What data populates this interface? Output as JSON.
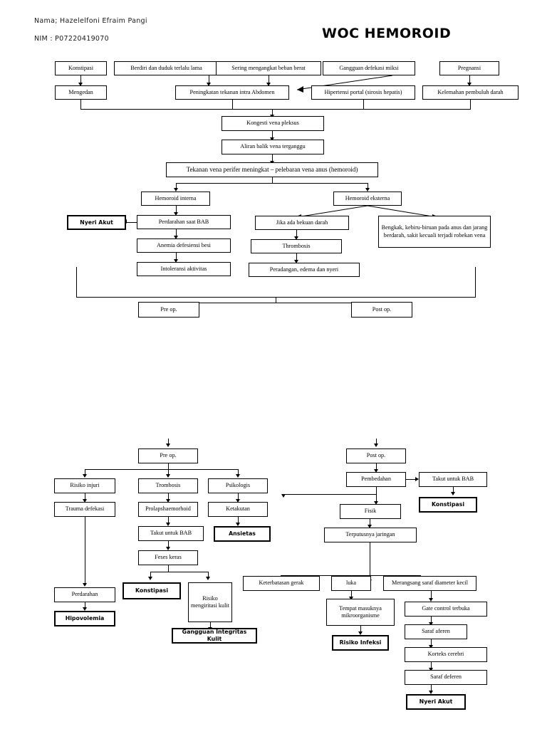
{
  "header": {
    "name_line": "Nama; Hazelelfoni Efraim Pangi",
    "nim_line": "NIM : P07220419070",
    "title": "WOC HEMOROID"
  },
  "diagram": {
    "type": "flowchart",
    "top_section": {
      "row1": [
        {
          "id": "konstipasi-top",
          "label": "Konstipasi"
        },
        {
          "id": "berdiri-duduk",
          "label": "Berdiri dan duduk terlalu lama"
        },
        {
          "id": "mengangkat-beban",
          "label": "Sering mengangkat beban berat"
        },
        {
          "id": "gangguan-defekasi",
          "label": "Gangguan defekasi miksi"
        },
        {
          "id": "pregnansi",
          "label": "Pregnansi"
        }
      ],
      "row2": [
        {
          "id": "mengedan",
          "label": "Mengedan"
        },
        {
          "id": "peningkatan-tekanan",
          "label": "Peningkatan tekanan intra Abdomen"
        },
        {
          "id": "hipertensi-portal",
          "label": "Hipertensi portal (sirosis hepatis)"
        },
        {
          "id": "kelemahan-pembuluh",
          "label": "Kelemahan pembuluh darah"
        }
      ],
      "chain": [
        {
          "id": "kongesti",
          "label": "Kongesti vena pleksus"
        },
        {
          "id": "aliran-balik",
          "label": "Aliran balik vena terganggu"
        },
        {
          "id": "tekanan-perifer",
          "label": "Tekanan vena perifer meningkat – pelebaran vena anus (hemoroid)"
        }
      ],
      "interna_branch": {
        "head": {
          "id": "hemoroid-interna",
          "label": "Hemoroid interna"
        },
        "nodes": [
          {
            "id": "perdarahan-bab",
            "label": "Perdarahan saat BAB"
          },
          {
            "id": "anemia",
            "label": "Anemia defesiensi besi"
          },
          {
            "id": "intoleransi",
            "label": "Intoleransi aktivitas"
          }
        ],
        "diagnosis": {
          "id": "nyeri-akut-1",
          "label": "Nyeri Akut"
        }
      },
      "eksterna_branch": {
        "head": {
          "id": "hemoroid-eksterna",
          "label": "Hemoroid eksterna"
        },
        "left_nodes": [
          {
            "id": "bekuan-darah",
            "label": "Jika ada bekuan darah"
          },
          {
            "id": "thrombosis",
            "label": "Thrombosis"
          },
          {
            "id": "peradangan",
            "label": "Peradangan, edema dan nyeri"
          }
        ],
        "right_node": {
          "id": "bengkak",
          "label": "Bengkak, kebiru-biruan pada anus dan jarang berdarah, sakit kecuali terjadi robekan vena"
        }
      },
      "outcome": [
        {
          "id": "pre-op-top",
          "label": "Pre op."
        },
        {
          "id": "post-op-top",
          "label": "Post op."
        }
      ]
    },
    "bottom_section": {
      "pre_op": {
        "head": {
          "id": "pre-op-bottom",
          "label": "Pre op."
        },
        "col1": [
          {
            "id": "risiko-injuri",
            "label": "Risiko injuri"
          },
          {
            "id": "trauma-defekasi",
            "label": "Trauma defekasi"
          },
          {
            "id": "perdarahan",
            "label": "Perdarahan"
          }
        ],
        "col1_diagnosis": {
          "id": "hipovolemia",
          "label": "Hipovolemia"
        },
        "col2": [
          {
            "id": "trombosis",
            "label": "Trombosis"
          },
          {
            "id": "prolapshaemorhoid",
            "label": "Prolapshaemorhoid"
          },
          {
            "id": "takut-bab-1",
            "label": "Takut untuk BAB"
          },
          {
            "id": "feses-keras",
            "label": "Feses keras"
          }
        ],
        "col2_diagnosis": {
          "id": "konstipasi-pre",
          "label": "Konstipasi"
        },
        "col2_branch": {
          "id": "risiko-iritasi",
          "label": "Risiko mengiritasi kulit"
        },
        "col2_branch_diagnosis": {
          "id": "gangguan-integritas",
          "label": "Gangguan Integritas Kulit"
        },
        "col3": [
          {
            "id": "psikologis",
            "label": "Psikologis"
          },
          {
            "id": "ketakutan",
            "label": "Ketakutan"
          }
        ],
        "col3_diagnosis": {
          "id": "ansietas",
          "label": "Ansietas"
        }
      },
      "post_op": {
        "head": {
          "id": "post-op-bottom",
          "label": "Post op."
        },
        "nodes": [
          {
            "id": "pembedahan",
            "label": "Pembedahan"
          },
          {
            "id": "fisik",
            "label": "Fisik"
          },
          {
            "id": "terputusnya-jaringan",
            "label": "Terputusnya  jaringan"
          }
        ],
        "takut_bab": {
          "id": "takut-bab-2",
          "label": "Takut untuk BAB"
        },
        "konstipasi_diagnosis": {
          "id": "konstipasi-post",
          "label": "Konstipasi"
        },
        "branch_nodes": [
          {
            "id": "keterbatasan-gerak",
            "label": "Keterbatasan gerak"
          },
          {
            "id": "luka",
            "label": "luka"
          },
          {
            "id": "merangsang-saraf",
            "label": "Merangsang saraf diameter kecil"
          }
        ],
        "infeksi_chain": [
          {
            "id": "tempat-masuk",
            "label": "Tempat masuknya mikroorganisme"
          }
        ],
        "infeksi_diagnosis": {
          "id": "risiko-infeksi",
          "label": "Risiko Infeksi"
        },
        "nyeri_chain": [
          {
            "id": "gate-control",
            "label": "Gate control terbuka"
          },
          {
            "id": "saraf-aferen",
            "label": "Saraf aferen"
          },
          {
            "id": "korteks-cerebri",
            "label": "Korteks cerebri"
          },
          {
            "id": "saraf-deferen",
            "label": "Saraf deferen"
          }
        ],
        "nyeri_diagnosis": {
          "id": "nyeri-akut-2",
          "label": "Nyeri Akut"
        }
      }
    }
  }
}
